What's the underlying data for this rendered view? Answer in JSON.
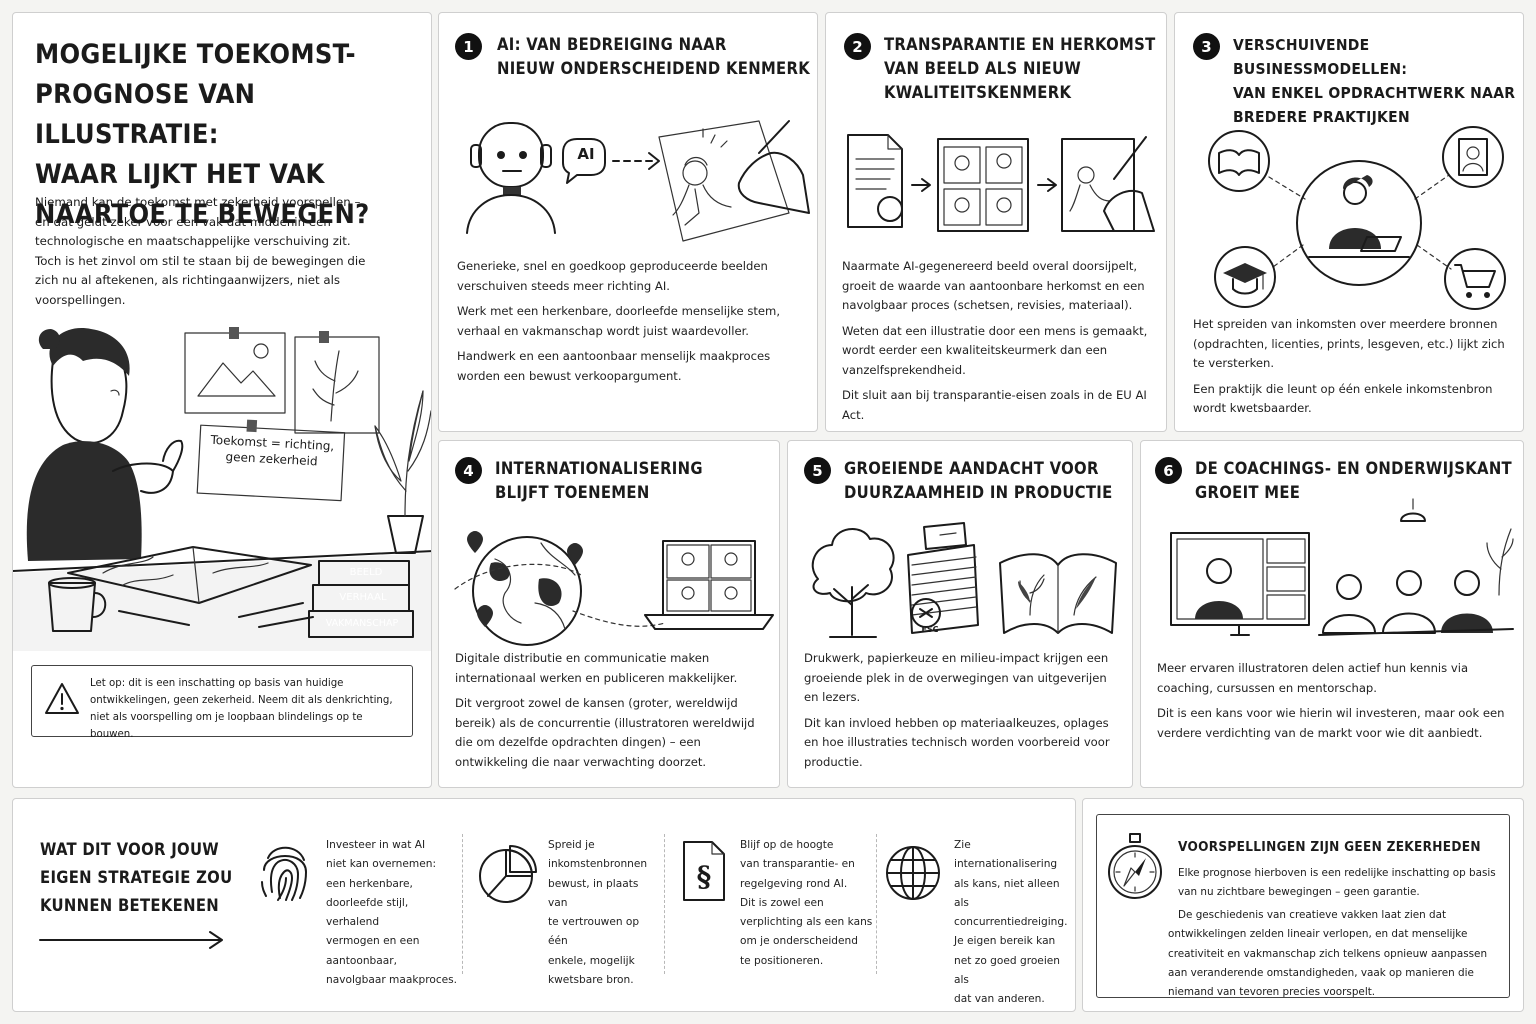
{
  "intro": {
    "title": "MOGELIJKE TOEKOMST-\nPROGNOSE VAN ILLUSTRATIE:\nWAAR LIJKT HET VAK\nNAARTOE TE BEWEGEN?",
    "text": "Niemand kan de toekomst met zekerheid voorspellen – en dat geldt zeker voor een vak dat middenin een technologische en maatschappelijke verschuiving zit. Toch is het zinvol om stil te staan bij de bewegingen die zich nu al aftekenen, als richtingaanwijzers, niet als voorspellingen.",
    "note_card": "Toekomst = richting,\ngeen zekerheid",
    "books": [
      "BEELD",
      "VERHAAL",
      "VAKMANSCHAP"
    ],
    "warning": "Let op: dit is een inschatting op basis van huidige ontwikkelingen, geen zekerheid. Neem dit als denkrichting, niet als voorspelling om je loopbaan blindelings op te bouwen."
  },
  "panels": [
    {
      "number": "1",
      "title": "AI: VAN BEDREIGING NAAR\nNIEUW ONDERSCHEIDEND KENMERK",
      "icon_label": "AI",
      "paragraphs": [
        "Generieke, snel en goedkoop geproduceerde beelden verschuiven steeds meer richting AI.",
        "Werk met een herkenbare, doorleefde menselijke stem, verhaal en vakmanschap wordt juist waardevoller.",
        "Handwerk en een aantoonbaar menselijk maakproces worden een bewust verkoopargument."
      ]
    },
    {
      "number": "2",
      "title": "TRANSPARANTIE EN HERKOMST\nVAN BEELD ALS NIEUW\nKWALITEITSKENMERK",
      "paragraphs": [
        "Naarmate AI-gegenereerd beeld overal doorsijpelt, groeit de waarde van aantoonbare herkomst en een navolgbaar proces (schetsen, revisies, materiaal).",
        "Weten dat een illustratie door een mens is gemaakt, wordt eerder een kwaliteitskeurmerk dan een vanzelfsprekendheid.",
        "Dit sluit aan bij transparantie-eisen zoals in de EU AI Act."
      ]
    },
    {
      "number": "3",
      "title": "VERSCHUIVENDE BUSINESSMODELLEN:\nVAN ENKEL OPDRACHTWERK NAAR\nBREDERE PRAKTIJKEN",
      "paragraphs": [
        "Het spreiden van inkomsten over meerdere bronnen (opdrachten, licenties, prints, lesgeven, etc.) lijkt zich te versterken.",
        "Een praktijk die leunt op één enkele inkomstenbron wordt kwetsbaarder."
      ]
    },
    {
      "number": "4",
      "title": "INTERNATIONALISERING\nBLIJFT TOENEMEN",
      "paragraphs": [
        "Digitale distributie en communicatie maken internationaal werken en publiceren makkelijker.",
        "Dit vergroot zowel de kansen (groter, wereldwijd bereik) als de concurrentie (illustratoren wereldwijd die om dezelfde opdrachten dingen) – een ontwikkeling die naar verwachting doorzet."
      ]
    },
    {
      "number": "5",
      "title": "GROEIENDE AANDACHT VOOR\nDUURZAAMHEID IN PRODUCTIE",
      "fsc_label": "FSC",
      "paragraphs": [
        "Drukwerk, papierkeuze en milieu-impact krijgen een groeiende plek in de overwegingen van uitgeverijen en lezers.",
        "Dit kan invloed hebben op materiaalkeuzes, oplages en hoe illustraties technisch worden voorbereid voor productie."
      ]
    },
    {
      "number": "6",
      "title": "DE COACHINGS- EN ONDERWIJSKANT\nGROEIT MEE",
      "paragraphs": [
        "Meer ervaren illustratoren delen actief hun kennis via coaching, cursussen en mentorschap.",
        "Dit is een kans voor wie hierin wil investeren, maar ook een verdere verdichting van de markt voor wie dit aanbiedt."
      ]
    }
  ],
  "strategy": {
    "title": "WAT DIT VOOR JOUW\nEIGEN STRATEGIE ZOU\nKUNNEN BETEKENEN",
    "items": [
      {
        "icon": "fingerprint-icon",
        "text": "Investeer in wat AI\nniet kan overnemen:\neen herkenbare,\ndoorleefde stijl, verhalend\nvermogen en een aantoonbaar,\nnavolgbaar maakproces."
      },
      {
        "icon": "pie-chart-icon",
        "text": "Spreid je\ninkomstenbronnen\nbewust, in plaats van\nte vertrouwen op één\nenkele, mogelijk\nkwetsbare bron."
      },
      {
        "icon": "paragraph-document-icon",
        "text": "Blijf op de hoogte\nvan transparantie- en\nregelgeving rond AI.\nDit is zowel een\nverplichting als een kans\nom je onderscheidend\nte positioneren."
      },
      {
        "icon": "globe-icon",
        "text": "Zie internationalisering\nals kans, niet alleen\nals concurrentiedreiging.\nJe eigen bereik kan\nnet zo goed groeien als\ndat van anderen."
      }
    ]
  },
  "disclaimer": {
    "title": "VOORSPELLINGEN ZIJN GEEN ZEKERHEDEN",
    "p1": "Elke prognose hierboven is een redelijke inschatting op basis van nu zichtbare bewegingen – geen garantie.",
    "p2": "De geschiedenis van creatieve vakken laat zien dat ontwikkelingen zelden lineair verlopen, en dat menselijke creativiteit en vakmanschap zich telkens opnieuw aanpassen aan veranderende omstandigheden, vaak op manieren die niemand van tevoren precies voorspelt."
  }
}
